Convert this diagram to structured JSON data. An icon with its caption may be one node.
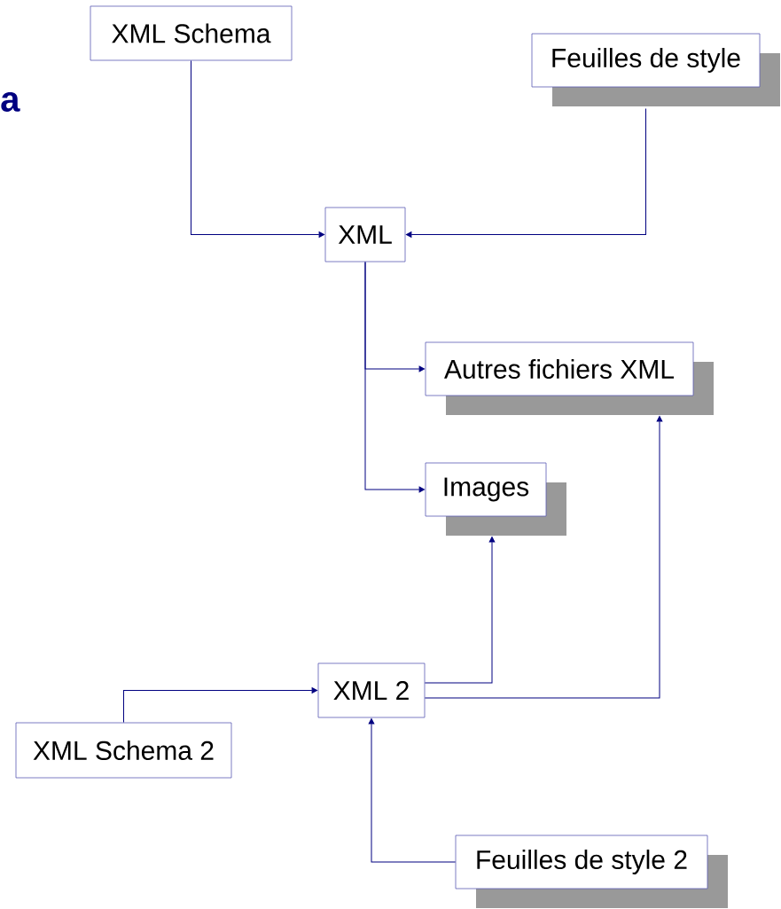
{
  "diagram": {
    "nodes": [
      {
        "text": [
          "XML Schema"
        ]
      },
      {
        "text": [
          "Feuilles de style"
        ]
      },
      {
        "text": [
          "XML"
        ]
      },
      {
        "text": [
          "Autres fichiers XML"
        ]
      },
      {
        "text": [
          "Images"
        ]
      },
      {
        "text": [
          "XML 2"
        ]
      },
      {
        "text": [
          "XML Schema 2"
        ]
      },
      {
        "text": [
          "Feuilles de style 2"
        ]
      }
    ],
    "edges": [
      {
        "from": 0,
        "to": 2,
        "arrow": "to"
      },
      {
        "from": 1,
        "to": 2,
        "arrow": "to"
      },
      {
        "from": 2,
        "to": 3,
        "arrow": "to"
      },
      {
        "from": 2,
        "to": 4,
        "arrow": "to"
      },
      {
        "from": 5,
        "to": 4,
        "arrow": "to"
      },
      {
        "from": 5,
        "to": 3,
        "arrow": "to"
      },
      {
        "from": 6,
        "to": 5,
        "arrow": "to"
      },
      {
        "from": 7,
        "to": 5,
        "arrow": "to"
      }
    ],
    "labels": [
      "a"
    ]
  }
}
